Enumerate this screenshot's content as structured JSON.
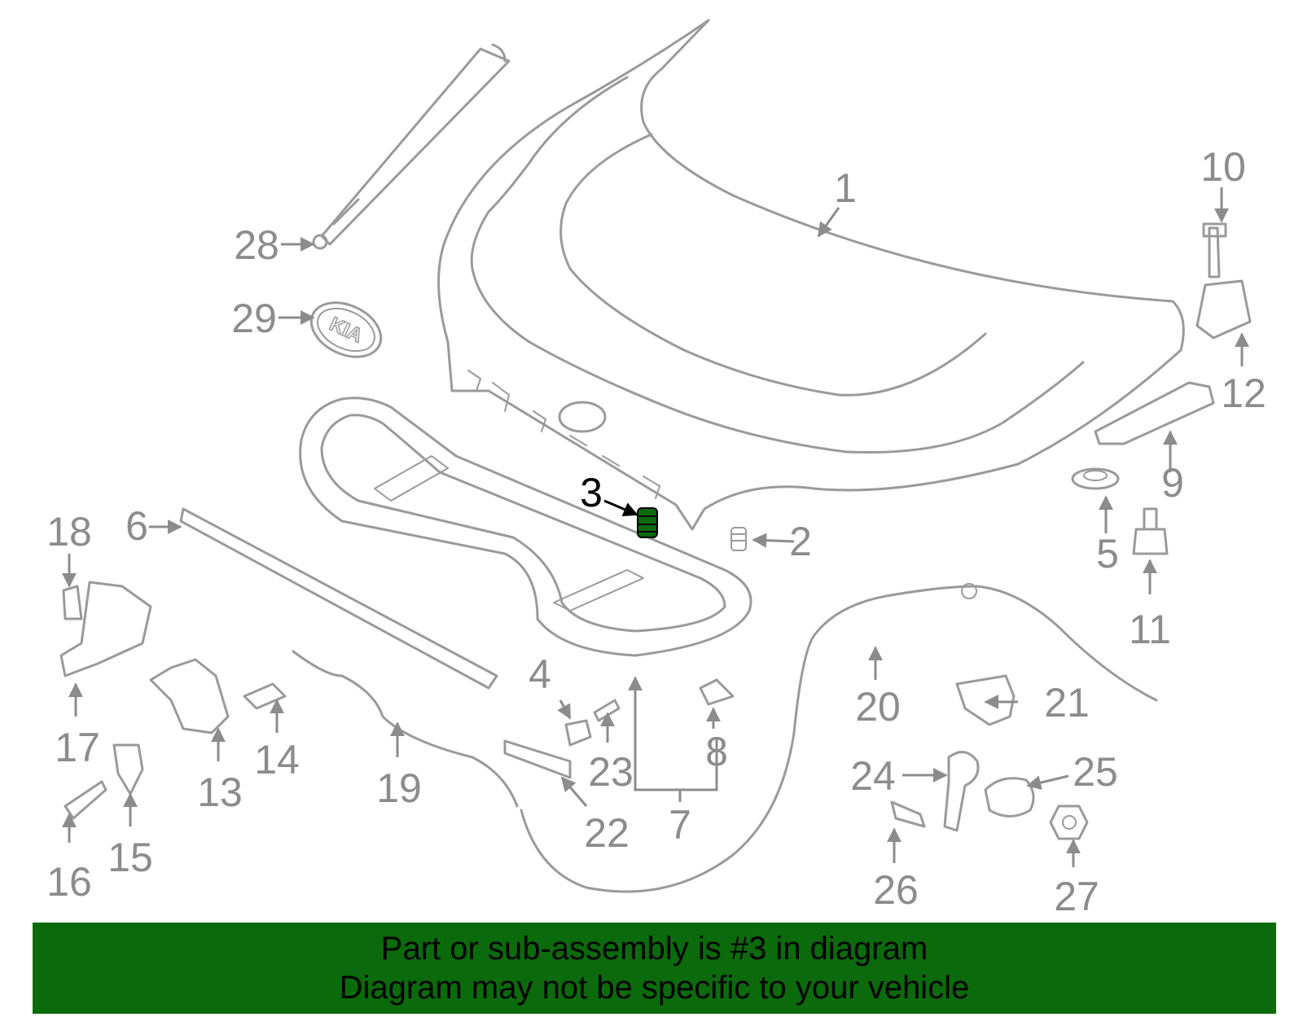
{
  "highlight": {
    "callout": "3",
    "color": "#0b6a0b"
  },
  "callouts": [
    {
      "id": "c1",
      "label": "1"
    },
    {
      "id": "c2",
      "label": "2"
    },
    {
      "id": "c3",
      "label": "3"
    },
    {
      "id": "c4",
      "label": "4"
    },
    {
      "id": "c5",
      "label": "5"
    },
    {
      "id": "c6",
      "label": "6"
    },
    {
      "id": "c7",
      "label": "7"
    },
    {
      "id": "c8",
      "label": "8"
    },
    {
      "id": "c9",
      "label": "9"
    },
    {
      "id": "c10",
      "label": "10"
    },
    {
      "id": "c11",
      "label": "11"
    },
    {
      "id": "c12",
      "label": "12"
    },
    {
      "id": "c13",
      "label": "13"
    },
    {
      "id": "c14",
      "label": "14"
    },
    {
      "id": "c15",
      "label": "15"
    },
    {
      "id": "c16",
      "label": "16"
    },
    {
      "id": "c17",
      "label": "17"
    },
    {
      "id": "c18",
      "label": "18"
    },
    {
      "id": "c19",
      "label": "19"
    },
    {
      "id": "c20",
      "label": "20"
    },
    {
      "id": "c21",
      "label": "21"
    },
    {
      "id": "c22",
      "label": "22"
    },
    {
      "id": "c23",
      "label": "23"
    },
    {
      "id": "c24",
      "label": "24"
    },
    {
      "id": "c25",
      "label": "25"
    },
    {
      "id": "c26",
      "label": "26"
    },
    {
      "id": "c27",
      "label": "27"
    },
    {
      "id": "c28",
      "label": "28"
    },
    {
      "id": "c29",
      "label": "29"
    }
  ],
  "emblem_text": "KIA",
  "banner": {
    "line1": "Part or sub-assembly is #3 in diagram",
    "line2": "Diagram may not be specific to your vehicle",
    "color": "#0b6a0b"
  }
}
